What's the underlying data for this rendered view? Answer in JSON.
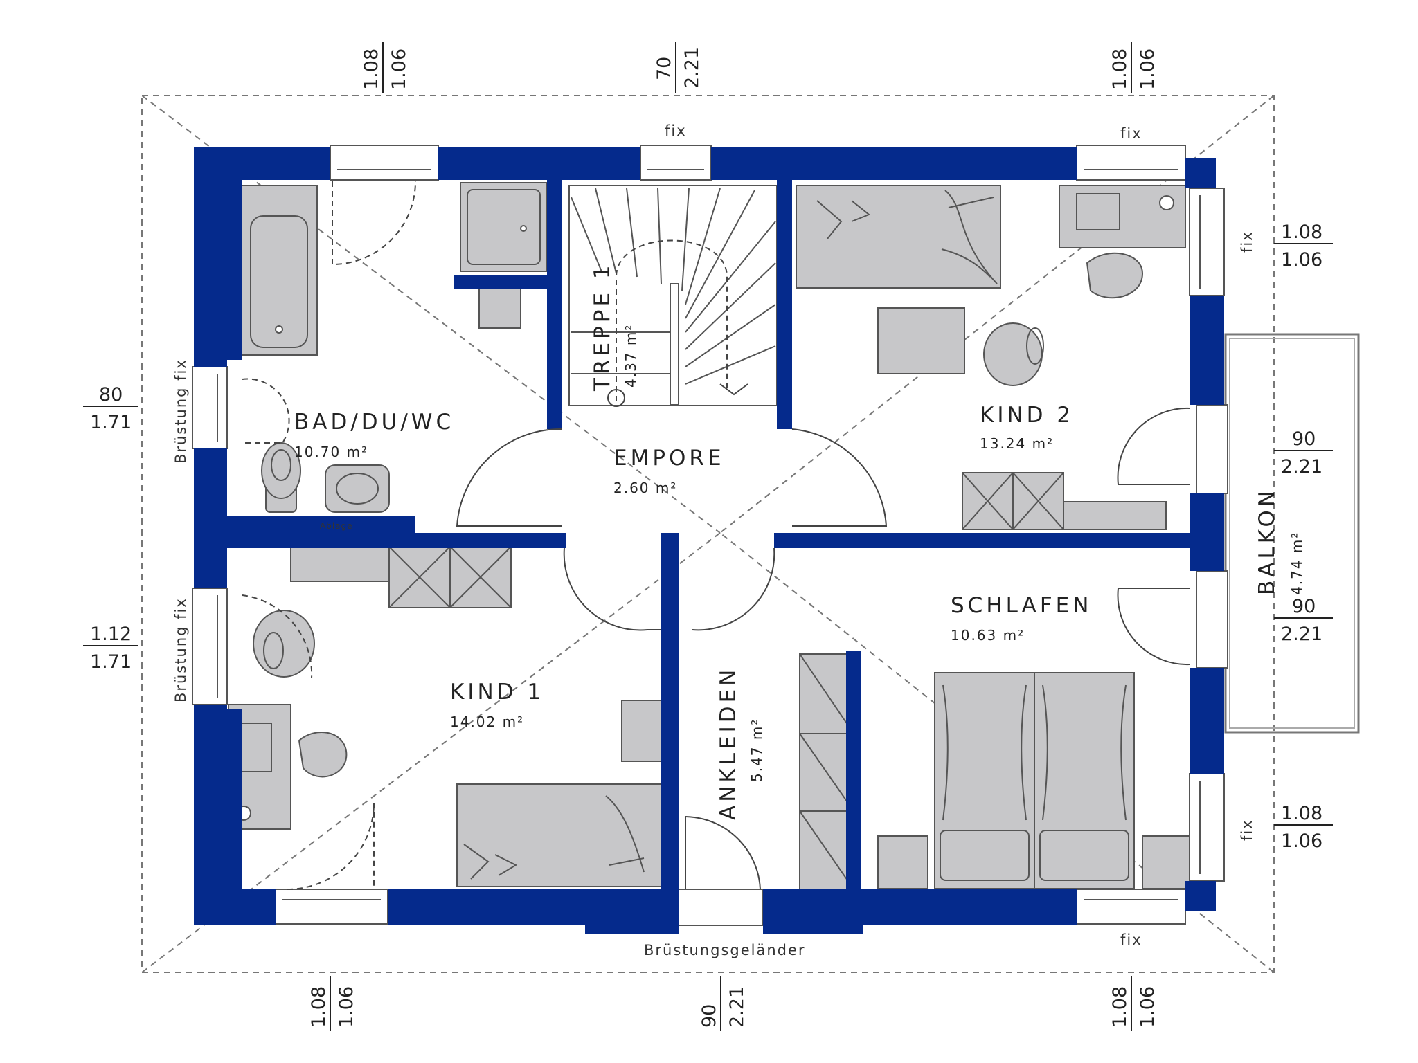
{
  "rooms": {
    "bad": {
      "name": "BAD/DU/WC",
      "area": "10.70 m²"
    },
    "treppe": {
      "name": "TREPPE 1",
      "area": "4.37 m²"
    },
    "empore": {
      "name": "EMPORE",
      "area": "2.60 m²"
    },
    "kind2": {
      "name": "KIND 2",
      "area": "13.24 m²"
    },
    "kind1": {
      "name": "KIND 1",
      "area": "14.02 m²"
    },
    "ankleiden": {
      "name": "ANKLEIDEN",
      "area": "5.47 m²"
    },
    "schlafen": {
      "name": "SCHLAFEN",
      "area": "10.63 m²"
    },
    "balkon": {
      "name": "BALKON",
      "area": "4.74 m²"
    }
  },
  "labels": {
    "fix": "fix",
    "bruestung_fix": "Brüstung fix",
    "ablage": "Ablage",
    "bruestungsgelaender": "Brüstungsgeländer"
  },
  "dimensions": {
    "top_left": {
      "a": "1.08",
      "b": "1.06"
    },
    "top_center": {
      "a": "70",
      "b": "2.21"
    },
    "top_right": {
      "a": "1.08",
      "b": "1.06"
    },
    "left_upper": {
      "a": "80",
      "b": "1.71"
    },
    "left_lower": {
      "a": "1.12",
      "b": "1.71"
    },
    "right_top": {
      "a": "1.08",
      "b": "1.06"
    },
    "right_mid1": {
      "a": "90",
      "b": "2.21"
    },
    "right_mid2": {
      "a": "90",
      "b": "2.21"
    },
    "right_bottom": {
      "a": "1.08",
      "b": "1.06"
    },
    "bottom_left": {
      "a": "1.08",
      "b": "1.06"
    },
    "bottom_center": {
      "a": "90",
      "b": "2.21"
    },
    "bottom_right": {
      "a": "1.08",
      "b": "1.06"
    }
  },
  "colors": {
    "wall": "#052a8c",
    "furniture": "#c7c7c9"
  }
}
